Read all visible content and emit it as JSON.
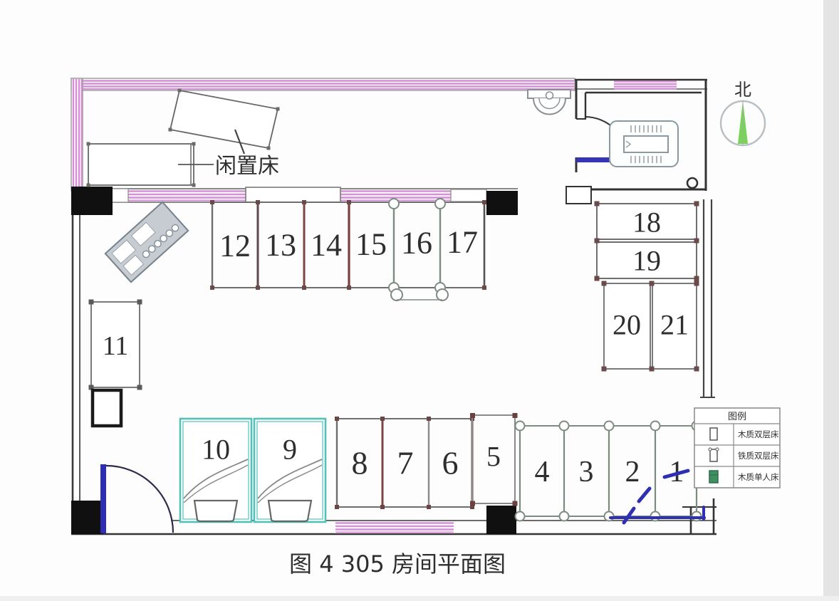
{
  "figure": {
    "caption": "图 4 305 房间平面图"
  },
  "compass": {
    "label": "北"
  },
  "annotations": {
    "idle_bed": "闲置床"
  },
  "legend": {
    "title": "图例",
    "items": [
      {
        "symbol": "wooden-bunk-bed",
        "label": "木质双层床"
      },
      {
        "symbol": "iron-bunk-bed",
        "label": "铁质双层床"
      },
      {
        "symbol": "wooden-single-bed",
        "label": "木质单人床"
      }
    ]
  },
  "bed_labels": [
    "1",
    "2",
    "3",
    "4",
    "5",
    "6",
    "7",
    "8",
    "9",
    "10",
    "11",
    "12",
    "13",
    "14",
    "15",
    "16",
    "17",
    "18",
    "19",
    "20",
    "21"
  ],
  "bed_types": {
    "wooden_bunk_bed": [
      5,
      6,
      7,
      8,
      11,
      12,
      13,
      14,
      15,
      17,
      18,
      19,
      20,
      21
    ],
    "iron_bunk_bed": [
      1,
      2,
      3,
      4,
      16
    ],
    "wooden_single_bed": [
      9,
      10
    ]
  },
  "colors": {
    "window_pink": "#d48fd6",
    "wall_dark": "#333333",
    "wood_divider": "#7a4444",
    "iron_gray": "#7d8c80",
    "single_bed_teal": "#54c0ba",
    "door_blue": "#2f2fb2",
    "compass_green": "#79d356",
    "legend_single_fill": "#3f8f63"
  }
}
